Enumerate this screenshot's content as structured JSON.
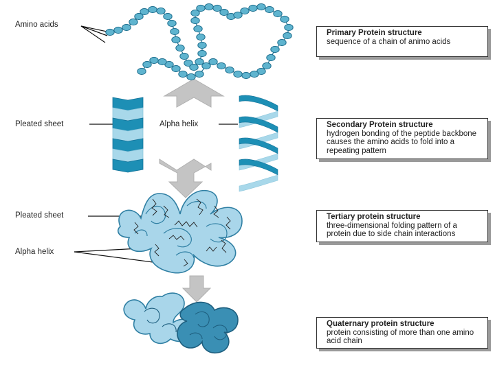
{
  "labels": {
    "amino_acids": "Amino acids",
    "pleated_sheet_secondary": "Pleated sheet",
    "alpha_helix_secondary": "Alpha helix",
    "pleated_sheet_tertiary": "Pleated sheet",
    "alpha_helix_tertiary": "Alpha helix"
  },
  "boxes": {
    "primary": {
      "title": "Primary Protein structure",
      "desc": "sequence of a chain of animo acids"
    },
    "secondary": {
      "title": "Secondary Protein structure",
      "desc": "hydrogen bonding of the peptide backbone causes the amino acids to fold into a repeating pattern"
    },
    "tertiary": {
      "title": "Tertiary protein structure",
      "desc": "three-dimensional folding pattern of a protein due to side chain interactions"
    },
    "quaternary": {
      "title": "Quaternary protein structure",
      "desc": "protein consisting of more than one amino acid chain"
    }
  },
  "colors": {
    "bead": "#5fb4cf",
    "bead_stroke": "#1f6f8f",
    "teal_dark": "#1d8fb5",
    "teal_light": "#a8d8ea",
    "arrow_gray": "#c4c4c4",
    "protein_light": "#a9d6ea",
    "protein_dark": "#3a8fb4"
  }
}
